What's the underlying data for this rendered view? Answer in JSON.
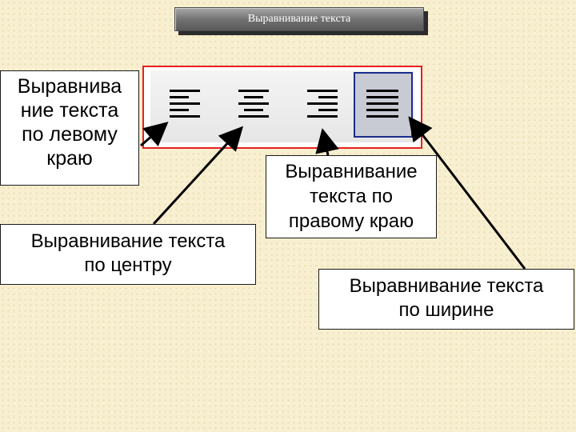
{
  "title": "Выравнивание текста",
  "toolbar": {
    "buttons": [
      {
        "id": "left",
        "icon": "align-left-icon",
        "active": false
      },
      {
        "id": "center",
        "icon": "align-center-icon",
        "active": false
      },
      {
        "id": "right",
        "icon": "align-right-icon",
        "active": false
      },
      {
        "id": "justify",
        "icon": "align-justify-icon",
        "active": true
      }
    ]
  },
  "callouts": {
    "left": {
      "lines": [
        "Выравнива",
        "ние текста",
        "по левому",
        "краю"
      ]
    },
    "center": {
      "lines": [
        "Выравнивание текста",
        "по центру"
      ]
    },
    "right": {
      "lines": [
        "Выравнивание",
        "текста по",
        "правому краю"
      ]
    },
    "justify": {
      "lines": [
        "Выравнивание текста",
        "по ширине"
      ]
    }
  },
  "colors": {
    "background": "#f7efcf",
    "frame_border": "#e82020",
    "active_border": "#1a2c8a",
    "active_fill": "#c8cad4"
  }
}
